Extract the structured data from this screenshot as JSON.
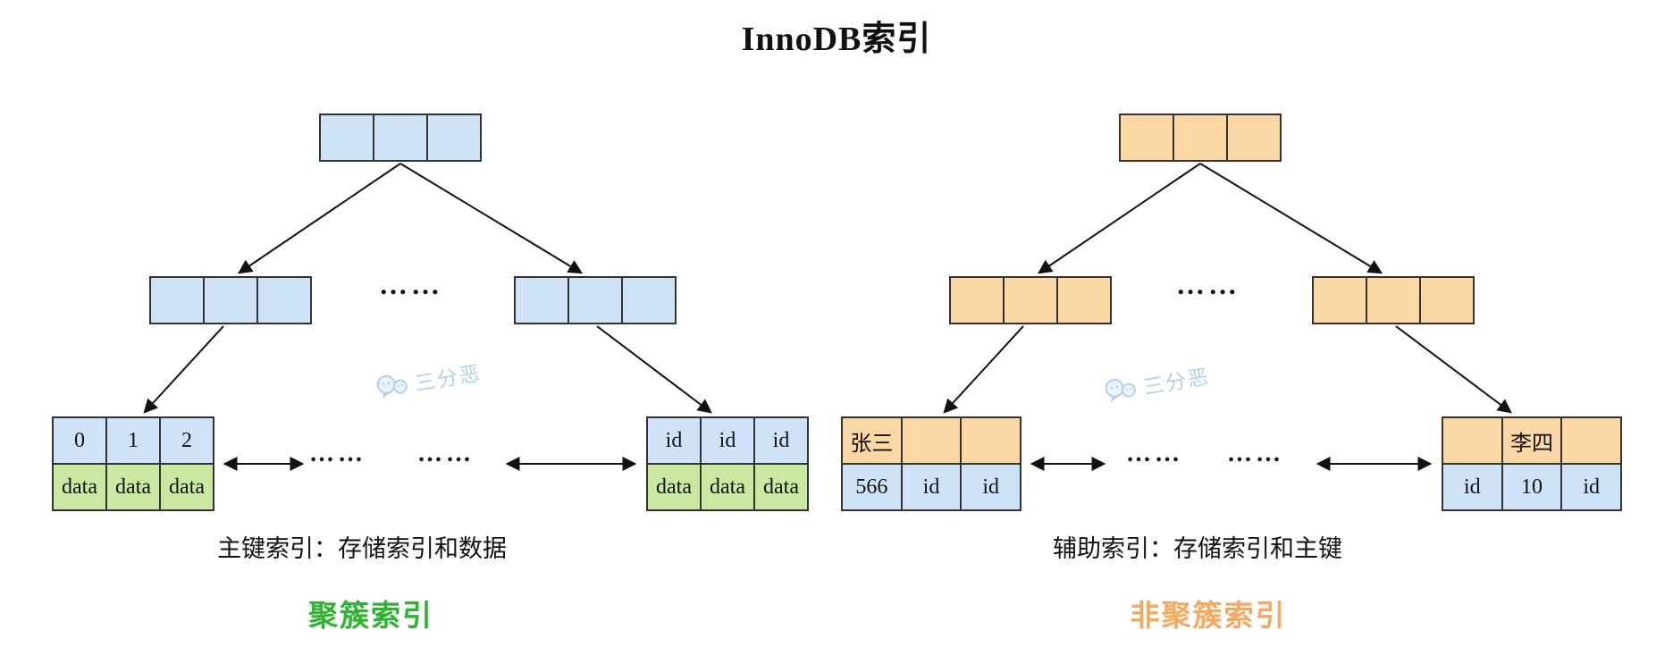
{
  "title": "InnoDB索引",
  "watermark": {
    "text": "三分恶"
  },
  "clustered": {
    "leaf_left_top": [
      "0",
      "1",
      "2"
    ],
    "leaf_left_bottom": [
      "data",
      "data",
      "data"
    ],
    "leaf_right_top": [
      "id",
      "id",
      "id"
    ],
    "leaf_right_bottom": [
      "data",
      "data",
      "data"
    ],
    "mid_dots": "……",
    "link_dots_a": "……",
    "link_dots_b": "……",
    "caption": "主键索引：存储索引和数据",
    "label": "聚簇索引"
  },
  "secondary": {
    "leaf_left_top": [
      "张三",
      "",
      ""
    ],
    "leaf_left_bottom": [
      "566",
      "id",
      "id"
    ],
    "leaf_right_top": [
      "",
      "李四",
      ""
    ],
    "leaf_right_bottom": [
      "id",
      "10",
      "id"
    ],
    "mid_dots": "……",
    "link_dots_a": "……",
    "link_dots_b": "……",
    "caption": "辅助索引：存储索引和主键",
    "label": "非聚簇索引"
  },
  "colors": {
    "index_blue": "#cfe3f8",
    "index_orange": "#fbd7a3",
    "data_green": "#c9e9a1",
    "clustered_label_green": "#2db52d",
    "secondary_label_orange": "#f7a85c",
    "watermark_blue": "#aecfe8",
    "line_black": "#111111"
  }
}
